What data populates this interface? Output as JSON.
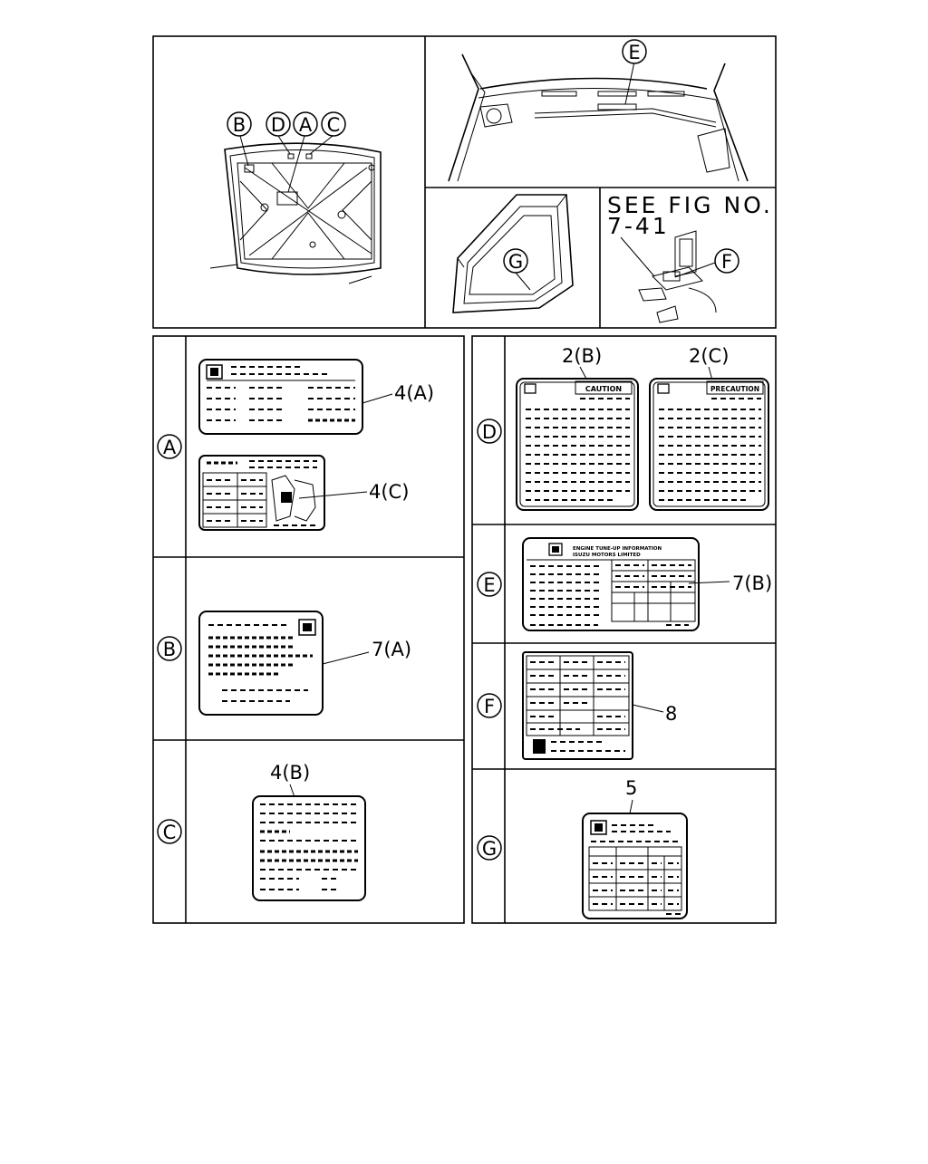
{
  "callouts": {
    "A": "A",
    "B": "B",
    "C": "C",
    "D": "D",
    "E": "E",
    "F": "F",
    "G": "G"
  },
  "reference": {
    "line1": "SEE FIG NO.",
    "line2": "7-41"
  },
  "parts": {
    "a_top": "4(A)",
    "a_bottom": "4(C)",
    "b": "7(A)",
    "c": "4(B)",
    "d_left": "2(B)",
    "d_right": "2(C)",
    "e": "7(B)",
    "f": "8",
    "g": "5"
  },
  "label_text": {
    "caution": "CAUTION",
    "precaution": "PRECAUTION",
    "engine_info_1": "ENGINE TUNE-UP INFORMATION",
    "engine_info_2": "ISUZU MOTORS LIMITED"
  }
}
